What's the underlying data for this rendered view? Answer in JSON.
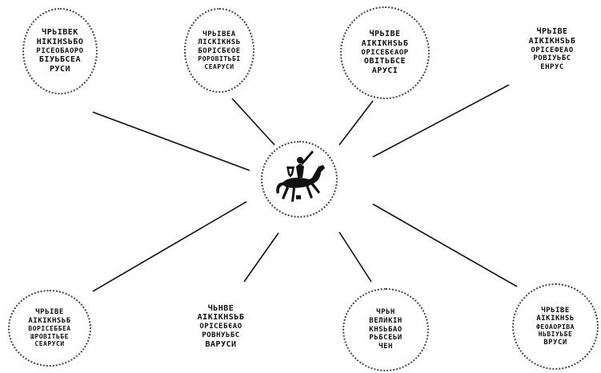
{
  "diagram": {
    "center": {
      "icon": "horseman-seal-icon"
    },
    "seals": [
      {
        "id": "s1",
        "lines": [
          "ЧРЬІВЕК",
          "НІКІНЅЬБО",
          "РІСЕОБАОРО",
          "БІУЬБСЕА",
          "РУСИ"
        ]
      },
      {
        "id": "s2",
        "lines": [
          "ЧРЬІВЕА",
          "ЛІСКІКНЅЬ",
          "БОРІСБЄОЕ",
          "РОРОВІТЬБІ",
          "СЕАРУСИ"
        ]
      },
      {
        "id": "s3",
        "lines": [
          "ЧРЬІВЕ",
          "АІКІКНЅЬБ",
          "ОРІСЕБЄАОР",
          "ОВІТЬБСЕ",
          "АРУСІ"
        ]
      },
      {
        "id": "s4",
        "lines": [
          "ЧРЬІВЕ",
          "АІКІКНЅЬБ",
          "ОРІСЕФЕАО",
          "РОВІУЬБС",
          "ЕНРУС"
        ]
      },
      {
        "id": "s5",
        "lines": [
          "ЧРЬІВЕ",
          "АІКІКНЅЬБ",
          "ВОРІСЕББЕА",
          "ШРОВІТЬБЕ",
          "СЕАРУСИ"
        ]
      },
      {
        "id": "s6",
        "lines": [
          "ЧЬНВЕ",
          "АІКІКНЅЬБ",
          "ОРІСЕБЄАО",
          "РОВНУЬБС",
          "ВАРУСИ"
        ]
      },
      {
        "id": "s7",
        "lines": [
          "ЧРЬН",
          "ВЕЛИКІН",
          "КНЅЬБАО",
          "РЬБСЕЬИ",
          "ЧЕН"
        ]
      },
      {
        "id": "s8",
        "lines": [
          "ЧРЬІВЕ",
          "АІКІКНЅЬ",
          "ФЕОАОРІВА",
          "НЬВІУЬБЕ",
          "ВРУСИ"
        ]
      }
    ]
  }
}
